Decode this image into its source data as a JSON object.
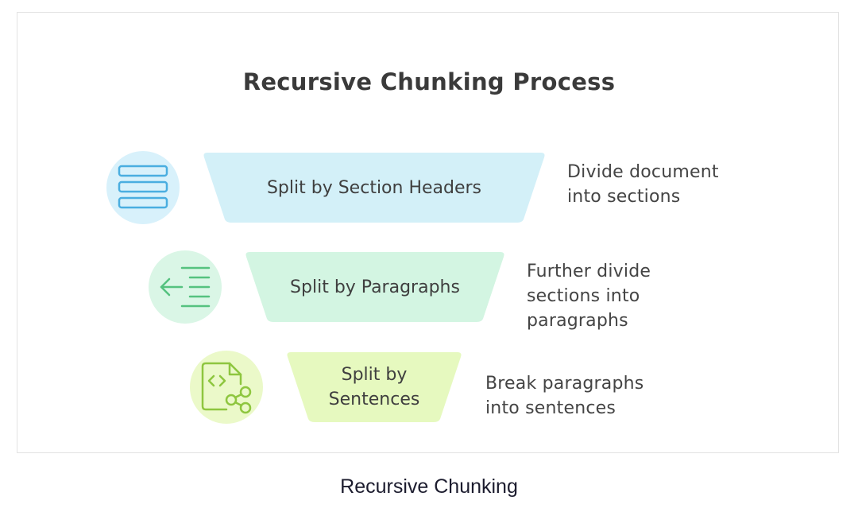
{
  "diagram": {
    "title": "Recursive Chunking Process",
    "steps": [
      {
        "label": "Split by Section Headers",
        "description": "Divide document\ninto sections",
        "icon": "list-rows-icon",
        "fill_color": "#d3f0f8",
        "icon_color": "#4aaee0",
        "circle_color": "#d8f1fb"
      },
      {
        "label": "Split by Paragraphs",
        "description": "Further divide\nsections into\nparagraphs",
        "icon": "indent-arrow-icon",
        "fill_color": "#d3f5e2",
        "icon_color": "#55c27f",
        "circle_color": "#daf6e6"
      },
      {
        "label": "Split by\nSentences",
        "description": "Break paragraphs\ninto sentences",
        "icon": "code-share-icon",
        "fill_color": "#e6f9bf",
        "icon_color": "#8ec63f",
        "circle_color": "#ebf9c9"
      }
    ]
  },
  "caption": "Recursive Chunking"
}
